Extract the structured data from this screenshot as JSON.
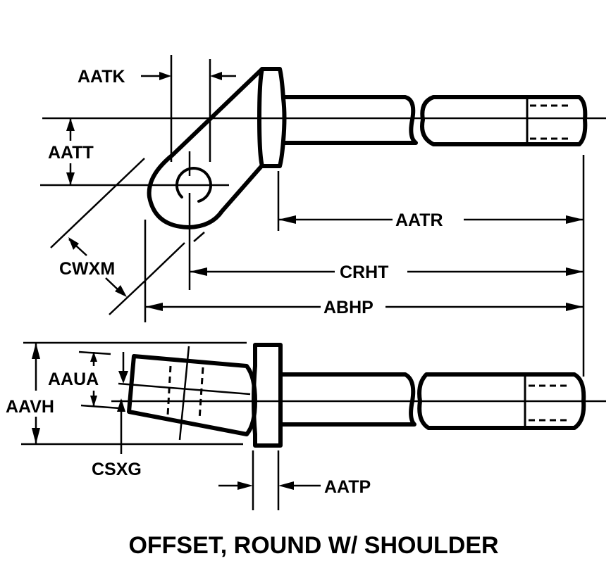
{
  "title": "OFFSET, ROUND W/ SHOULDER",
  "colors": {
    "ink": "#000000",
    "background": "#ffffff"
  },
  "views": {
    "top": {
      "labels": {
        "aatk": "AATK",
        "aatt": "AATT",
        "aatr": "AATR",
        "crht": "CRHT",
        "abhp": "ABHP",
        "cwxm": "CWXM"
      }
    },
    "side": {
      "labels": {
        "aaua": "AAUA",
        "aavh": "AAVH",
        "csxg": "CSXG",
        "aatp": "AATP"
      }
    }
  }
}
